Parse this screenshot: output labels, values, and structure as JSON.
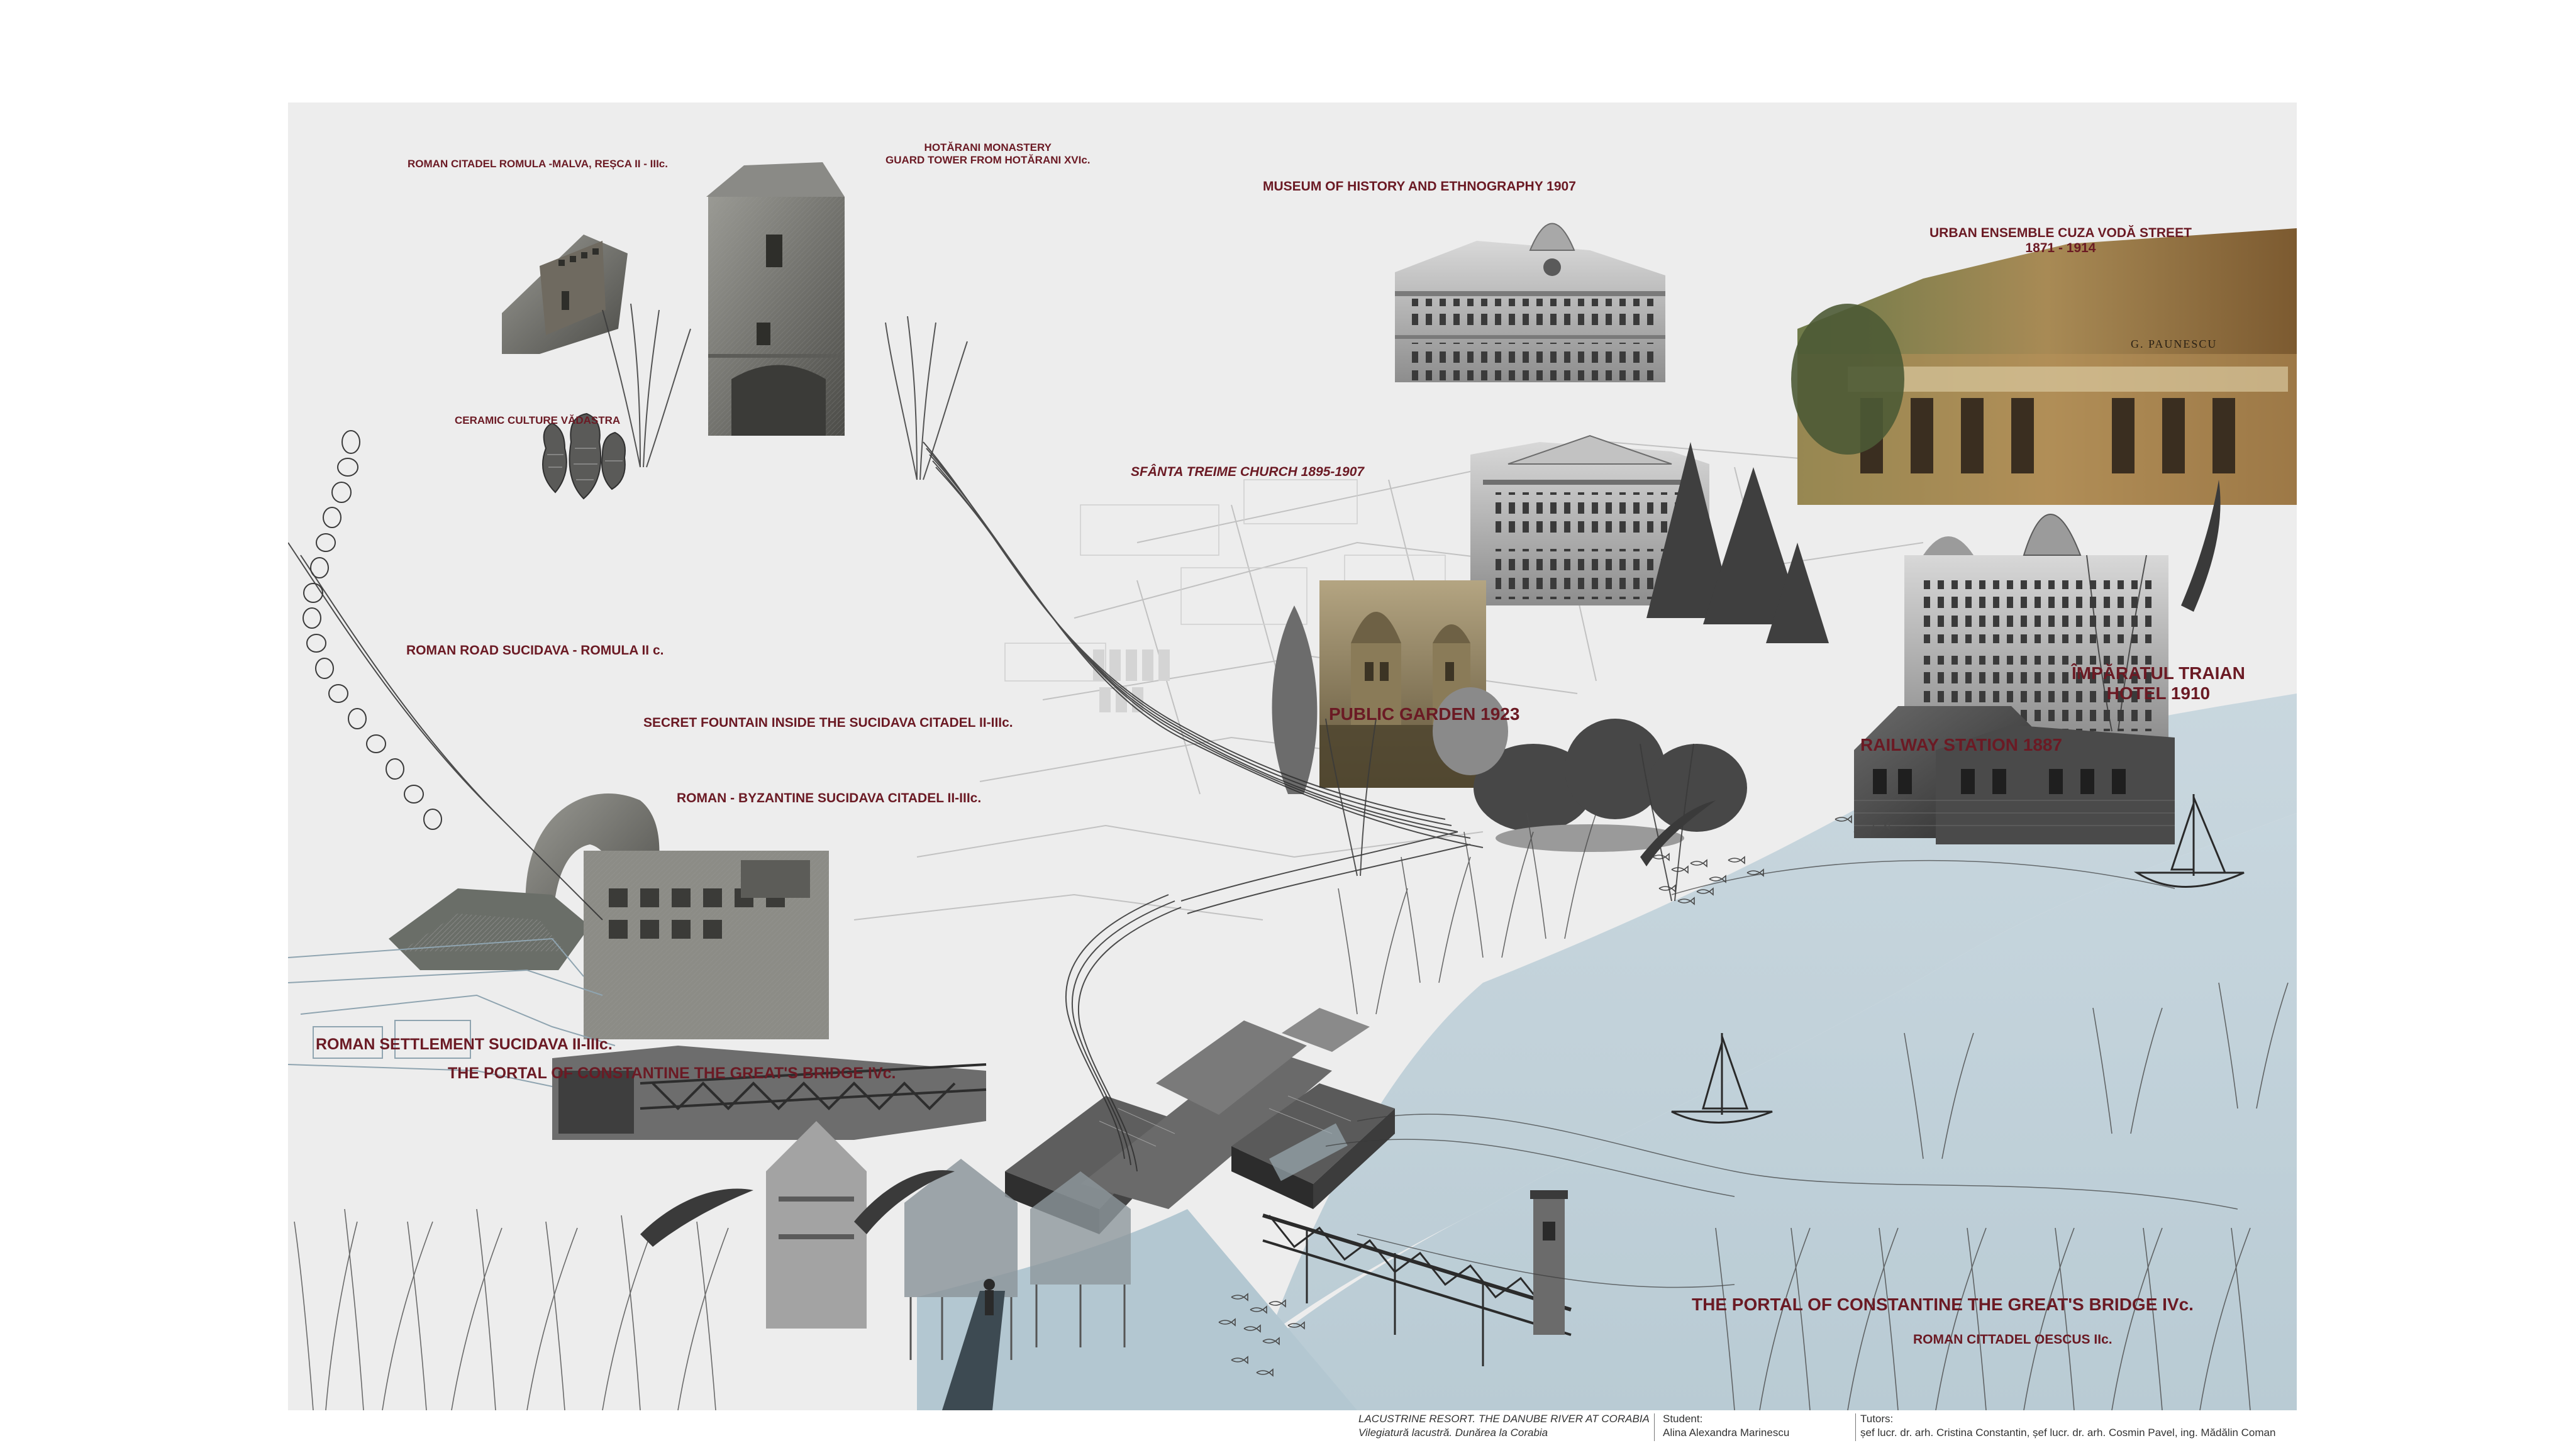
{
  "labels": {
    "romula": "ROMAN CITADEL ROMULA -MALVA, REȘCA II - IIIc.",
    "hotarani_1": "HOTĂRANI MONASTERY",
    "hotarani_2": "GUARD TOWER FROM HOTĂRANI XVIc.",
    "ceramic": "CERAMIC CULTURE VĂDASTRA",
    "museum": "MUSEUM OF HISTORY AND ETHNOGRAPHY 1907",
    "urban_1": "URBAN ENSEMBLE CUZA VODĂ STREET",
    "urban_2": "1871 - 1914",
    "church": "SFÂNTA TREIME CHURCH 1895-1907",
    "road": "ROMAN ROAD SUCIDAVA - ROMULA II c.",
    "fountain": "SECRET FOUNTAIN INSIDE THE SUCIDAVA CITADEL  II-IIIc.",
    "byzantine": "ROMAN - BYZANTINE SUCIDAVA CITADEL II-IIIc.",
    "garden": "PUBLIC GARDEN 1923",
    "hotel_1": "ÎMPĂRATUL TRAIAN",
    "hotel_2": "HOTEL 1910",
    "railway": "RAILWAY STATION 1887",
    "settlement": "ROMAN SETTLEMENT SUCIDAVA II-IIIc.",
    "portal_left": "THE PORTAL OF CONSTANTINE THE GREAT'S BRIDGE IVc.",
    "portal_right": "THE PORTAL OF CONSTANTINE THE GREAT'S BRIDGE IVc.",
    "oescus": "ROMAN CITTADEL OESCUS IIc."
  },
  "photo_text": {
    "shop_sign": "G. PAUNESCU"
  },
  "footer": {
    "project_title": "LACUSTRINE RESORT. THE DANUBE RIVER AT CORABIA",
    "project_subtitle": "Vilegiatură lacustră. Dunărea la Corabia",
    "student_label": "Student:",
    "student_name": "Alina Alexandra Marinescu",
    "tutors_label": "Tutors:",
    "tutors_names": "șef lucr. dr. arh. Cristina Constantin, șef lucr. dr. arh. Cosmin Pavel,  ing. Mădălin Coman"
  },
  "colors": {
    "board": "#ededed",
    "water": "#c3d2da",
    "label": "#6b1a24",
    "ink": "#2a2a2a"
  }
}
